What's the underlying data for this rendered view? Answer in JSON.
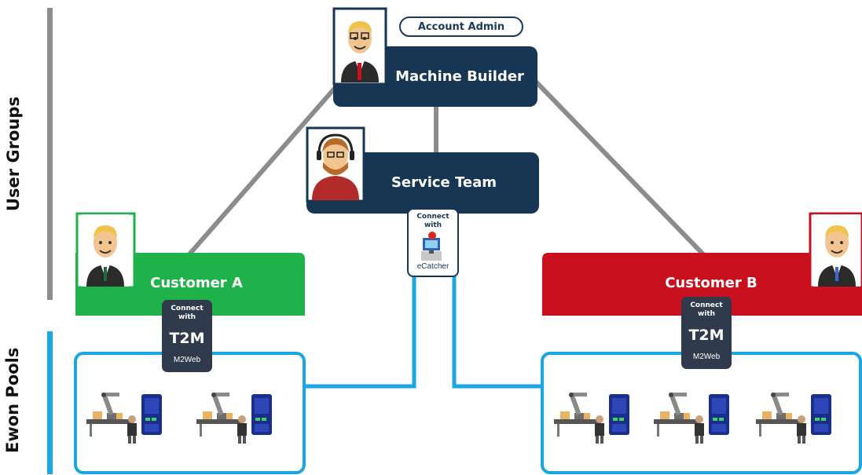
{
  "side_labels": {
    "user_groups": "User Groups",
    "ewon_pools": "Ewon Pools"
  },
  "account_admin_badge": "Account Admin",
  "groups": {
    "machine_builder": "Machine Builder",
    "service_team": "Service Team",
    "customer_a": "Customer A",
    "customer_b": "Customer B"
  },
  "connectors": {
    "ecatcher": {
      "line1": "Connect",
      "line2": "with",
      "tool": "eCatcher"
    },
    "m2web_a": {
      "line1": "Connect",
      "line2": "with",
      "logo": "T2M",
      "tool": "M2Web"
    },
    "m2web_b": {
      "line1": "Connect",
      "line2": "with",
      "logo": "T2M",
      "tool": "M2Web"
    }
  },
  "colors": {
    "navy": "#173654",
    "green": "#1fb24a",
    "red": "#c8101e",
    "blue_line": "#1aa6e2",
    "gray_line": "#8c8c8c"
  },
  "icons": {
    "avatars": [
      "machine-builder-avatar",
      "service-team-headset-avatar",
      "customer-a-avatar",
      "customer-b-avatar"
    ],
    "pool_a_machines": 2,
    "pool_b_machines": 3
  }
}
